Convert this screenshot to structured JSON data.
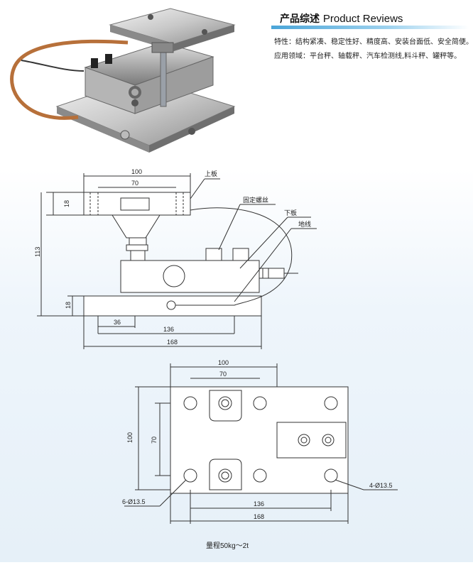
{
  "header": {
    "title_cn": "产品综述",
    "title_en": "Product Reviews"
  },
  "features": {
    "line1": "特性：结构紧凑、稳定性好、精度高、安装台面低、安全简便。",
    "line2": "应用领域：平台秤、轴载秤、汽车检测线,料斗秤、罐秤等。"
  },
  "side_view": {
    "labels": {
      "top_plate": "上板",
      "fixing_screw": "固定螺丝",
      "bottom_plate": "下板",
      "ground_wire": "地线"
    },
    "dims": {
      "top_width": "100",
      "top_inner": "70",
      "top_thickness": "18",
      "total_height": "113",
      "bottom_thickness": "18",
      "offset": "36",
      "hole_spacing": "136",
      "base_width": "168"
    }
  },
  "plan_view": {
    "dims": {
      "top_width": "100",
      "top_inner": "70",
      "height": "100",
      "inner_height": "70",
      "hole_spacing": "136",
      "base_width": "168",
      "holes_left": "6-Ø13.5",
      "holes_right": "4-Ø13.5"
    }
  },
  "capacity": "量程50kg～2t"
}
